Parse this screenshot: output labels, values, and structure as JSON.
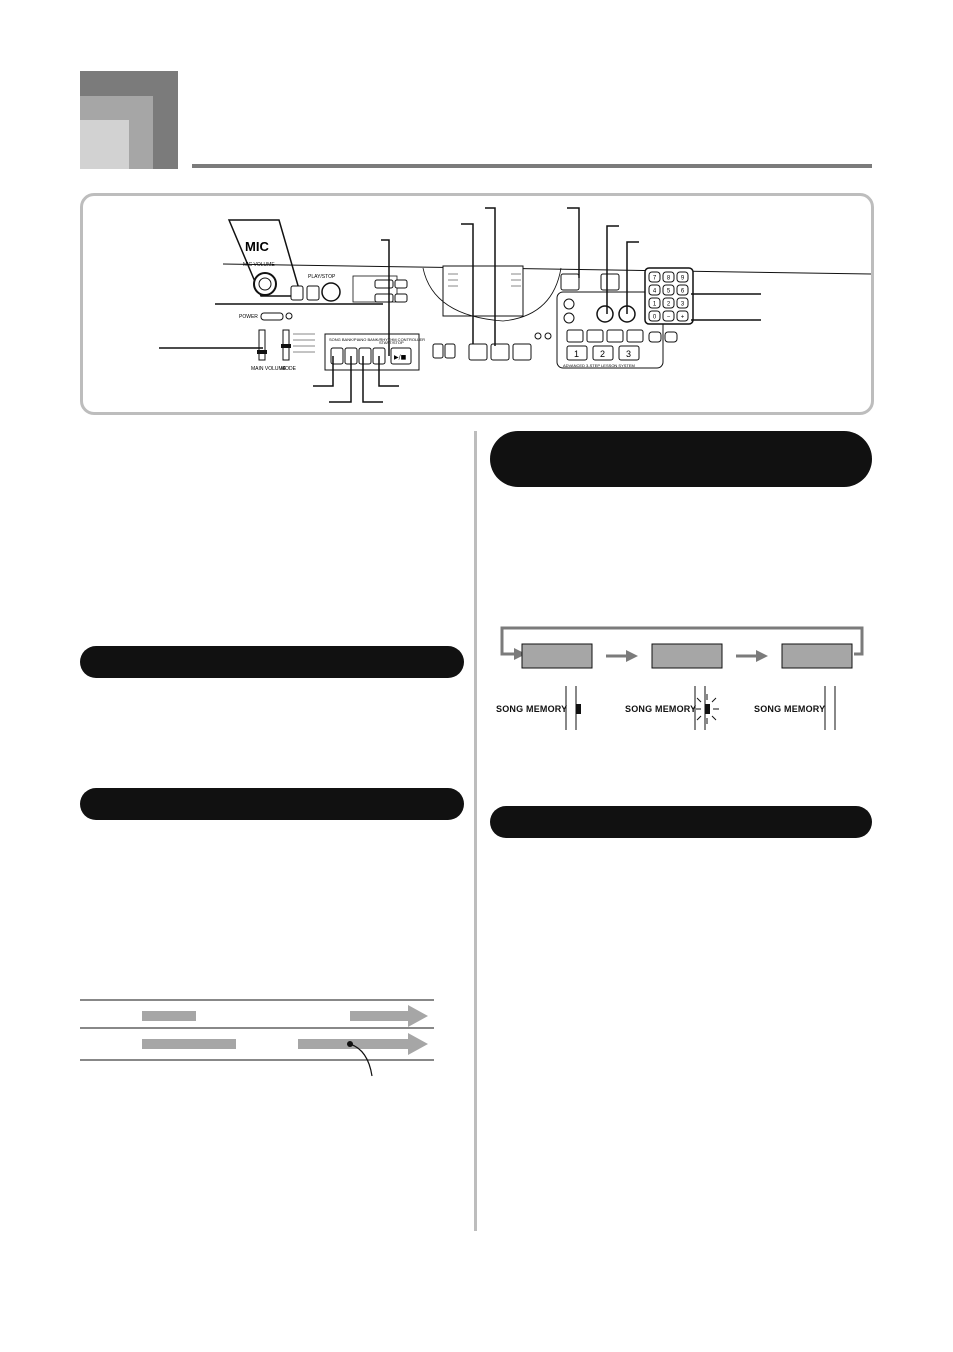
{
  "panel": {
    "mic_label": "MIC",
    "mic_volume_label": "MIC VOLUME",
    "power_label": "POWER",
    "main_volume_label": "MAIN VOLUME",
    "mode_label": "MODE",
    "controller_label": "SONG BANK/PIANO BANK/RHYTHM CONTROLLER",
    "play_stop_label": "PLAY/STOP",
    "start_stop_label": "START/STOP",
    "play_pause_symbol": "▶/■",
    "step_system_label": "ADVANCED 3-STEP LESSON SYSTEM",
    "step_buttons": [
      "1",
      "2",
      "3"
    ],
    "keypad_keys": [
      "7",
      "8",
      "9",
      "4",
      "5",
      "6",
      "1",
      "2",
      "3",
      "0",
      "−",
      "+"
    ]
  },
  "song_memory": {
    "labels": [
      "SONG MEMORY",
      "SONG MEMORY",
      "SONG MEMORY"
    ]
  },
  "colors": {
    "gray_dark": "#7b7b7b",
    "gray_mid": "#a6a6a6",
    "gray_light": "#d2d2d2",
    "panel_border": "#bdbdbd",
    "bar_black": "#111111"
  }
}
